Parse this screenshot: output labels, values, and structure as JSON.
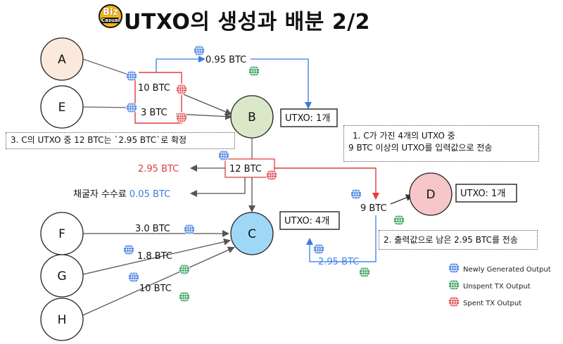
{
  "header": {
    "title": "UTXO의 생성과 배분 2/2",
    "logo_line1": "Biz",
    "logo_line2": "Casual"
  },
  "nodes": {
    "A": "A",
    "E": "E",
    "B": "B",
    "C": "C",
    "D": "D",
    "F": "F",
    "G": "G",
    "H": "H"
  },
  "amounts": {
    "a_to_b": "10 BTC",
    "e_to_b": "3 BTC",
    "change_to_a": "0.95 BTC",
    "b_to_c": "12 BTC",
    "out_left": "2.95 BTC",
    "fee_label": "채굴자 수수료",
    "fee_amount": "0.05 BTC",
    "f_to_c": "3.0 BTC",
    "g_to_c": "1.8 BTC",
    "h_to_c": "10 BTC",
    "c_to_d": "9 BTC",
    "change_to_c": "2.95 BTC"
  },
  "boxes": {
    "utxo_b": "UTXO: 1개",
    "utxo_c": "UTXO: 4개",
    "utxo_d": "UTXO: 1개"
  },
  "notes": {
    "note3": "3. C의 UTXO 중 12 BTC는 `2.95 BTC`로 확정",
    "note1_line1": "1. C가 가진 4개의 UTXO 중",
    "note1_line2": "9 BTC 이상의 UTXO를 입력값으로 전송",
    "note2": "2. 출력값으로 남은 2.95 BTC를 전송"
  },
  "legend": {
    "items": [
      {
        "label": "Newly Generated Output",
        "icon": "globe-blue-icon",
        "color": "#3c7be0"
      },
      {
        "label": "Unspent TX Output",
        "icon": "globe-green-icon",
        "color": "#2e9a56"
      },
      {
        "label": "Spent TX Output",
        "icon": "globe-red-icon",
        "color": "#e0454a"
      }
    ]
  },
  "colors": {
    "blue": "#3c7be0",
    "green": "#2e9a56",
    "red": "#e0454a",
    "node_A": "#fbe9dd",
    "node_B": "#dbe8c8",
    "node_C": "#9fd8f7",
    "node_D": "#f7c6c8",
    "highlight_blue": "#4a86e8",
    "highlight_red": "#e23b3b"
  }
}
